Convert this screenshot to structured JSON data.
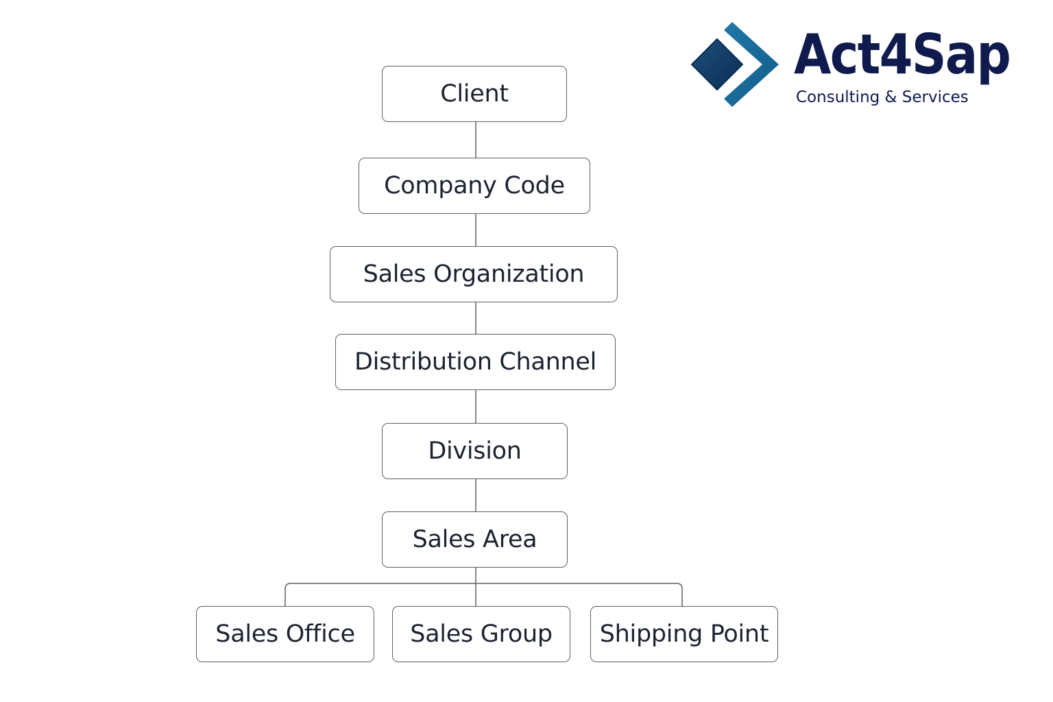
{
  "brand": {
    "name": "Act4Sap",
    "tagline": "Consulting & Services",
    "colors": {
      "navy": "#0f1a4d",
      "blue": "#1a6a95",
      "dark_blue": "#123b66"
    },
    "icon": "chevron-diamond-logo-icon"
  },
  "diagram": {
    "levels": [
      {
        "label": "Client"
      },
      {
        "label": "Company Code"
      },
      {
        "label": "Sales Organization"
      },
      {
        "label": "Distribution Channel"
      },
      {
        "label": "Division"
      },
      {
        "label": "Sales Area"
      }
    ],
    "children": [
      {
        "label": "Sales Office"
      },
      {
        "label": "Sales Group"
      },
      {
        "label": "Shipping Point"
      }
    ]
  }
}
